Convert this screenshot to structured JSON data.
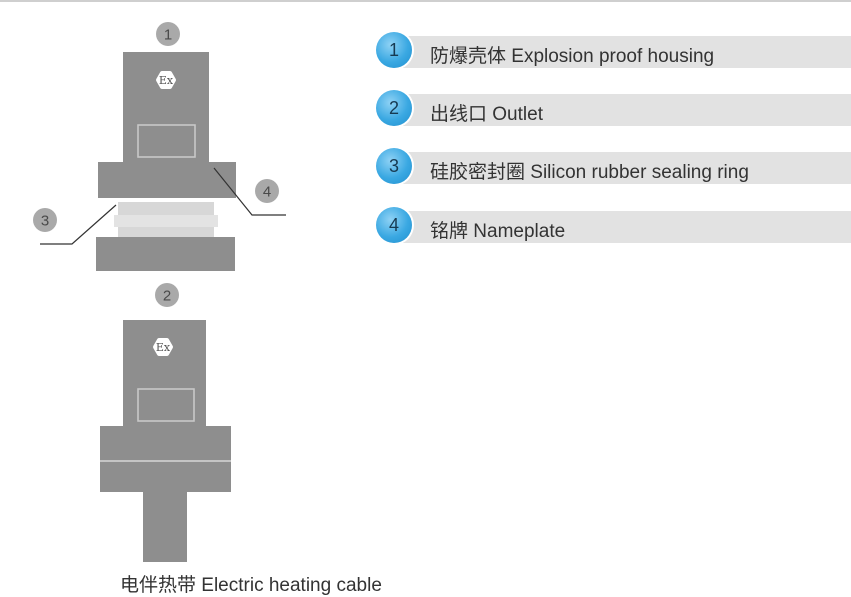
{
  "callouts": {
    "c1": "1",
    "c2": "2",
    "c3": "3",
    "c4": "4"
  },
  "ex_mark": "Ex",
  "legend": [
    {
      "num": "1",
      "label": "防爆壳体 Explosion proof housing"
    },
    {
      "num": "2",
      "label": "出线口 Outlet"
    },
    {
      "num": "3",
      "label": "硅胶密封圈 Silicon rubber sealing ring"
    },
    {
      "num": "4",
      "label": "铭牌 Nameplate"
    }
  ],
  "caption": "电伴热带 Electric heating cable",
  "colors": {
    "body": "#8e8e8e",
    "ring": "#d7d7d7",
    "legend_bar": "#e2e2e2",
    "dot": "#3aa8e2"
  },
  "icons": {
    "ex": "explosion-proof-hexagon-icon"
  }
}
